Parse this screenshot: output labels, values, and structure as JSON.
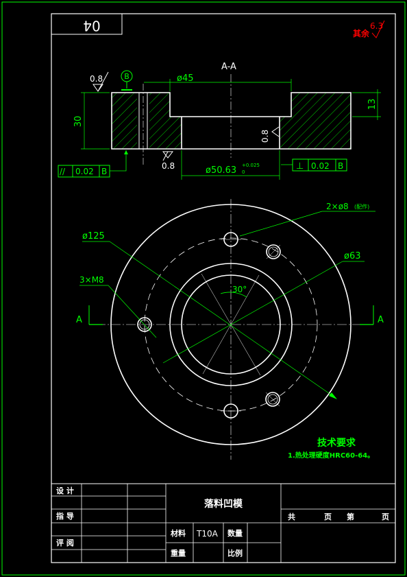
{
  "drawing": {
    "drawing_number": "04",
    "section_label": "A-A",
    "cut_left": "A",
    "cut_right": "A",
    "roughness_rest_label": "其余",
    "roughness_rest_value": "6.3",
    "colors": {
      "background": "#000000",
      "outline": "#ffffff",
      "dimension": "#00ff00",
      "frame": "#00ff00",
      "accent": "#ff0000",
      "text": "#ffffff"
    }
  },
  "section_view": {
    "roughness_top": "0.8",
    "datum": "B",
    "dim_bore": "ø45",
    "dim_height": "30",
    "dim_step": "13",
    "roughness_bore_right": "0.8",
    "roughness_bottom": "0.8",
    "dim_hole": "ø50.63",
    "dim_hole_tol_upper": "+0.025",
    "dim_hole_tol_lower": "0",
    "parallelism_symbol": "//",
    "parallelism_value": "0.02",
    "parallelism_datum": "B",
    "perp_symbol": "⊥",
    "perp_value": "0.02",
    "perp_datum": "B"
  },
  "plan_view": {
    "dim_outer": "ø125",
    "dim_pin_holes": "2×ø8",
    "pin_note": "(配作)",
    "dim_pcd": "ø63",
    "dim_thread": "3×M8",
    "dim_angle": "30°"
  },
  "notes": {
    "title": "技术要求",
    "line1": "1.热处理硬度HRC60-64。"
  },
  "title_block": {
    "design": "设 计",
    "check": "指 导",
    "review": "评 阅",
    "part_name": "落料凹模",
    "material_label": "材料",
    "material_value": "T10A",
    "qty_label": "数量",
    "weight_label": "重量",
    "scale_label": "比例",
    "total_label": "共",
    "sheet_label": "页",
    "no_label": "第",
    "sheet_label2": "页"
  }
}
